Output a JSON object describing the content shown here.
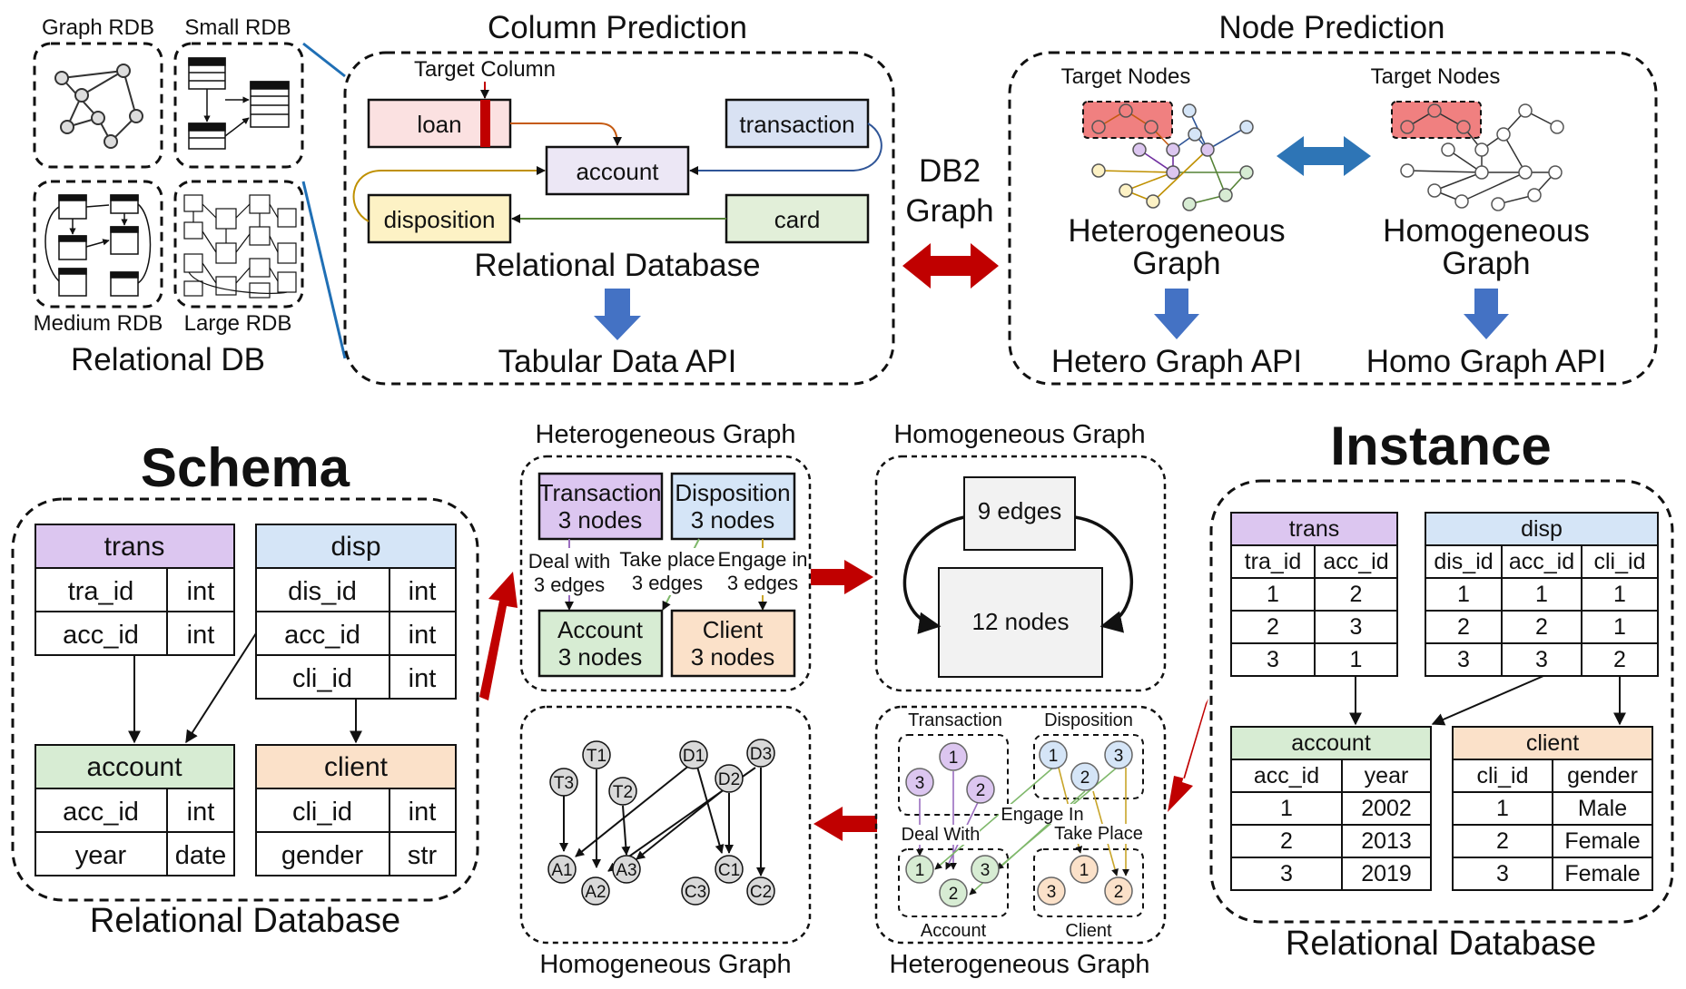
{
  "top": {
    "rdb_labels": [
      "Graph RDB",
      "Small RDB",
      "Medium RDB",
      "Large RDB"
    ],
    "rdb_title": "Relational DB",
    "column_prediction": {
      "title": "Column Prediction",
      "target_column": "Target Column",
      "tables": [
        "loan",
        "transaction",
        "account",
        "disposition",
        "card"
      ],
      "footer": "Relational Database",
      "api": "Tabular Data API"
    },
    "db2graph": [
      "DB2",
      "Graph"
    ],
    "node_prediction": {
      "title": "Node Prediction",
      "target_nodes": "Target Nodes",
      "hetero": [
        "Heterogeneous",
        "Graph"
      ],
      "homo": [
        "Homogeneous",
        "Graph"
      ],
      "hetero_api": "Hetero Graph API",
      "homo_api": "Homo Graph API"
    }
  },
  "schema": {
    "title": "Schema",
    "footer": "Relational Database",
    "tables": [
      {
        "name": "trans",
        "color": "#dcc6f0",
        "rows": [
          [
            "tra_id",
            "int"
          ],
          [
            "acc_id",
            "int"
          ]
        ]
      },
      {
        "name": "disp",
        "color": "#d5e5f7",
        "rows": [
          [
            "dis_id",
            "int"
          ],
          [
            "acc_id",
            "int"
          ],
          [
            "cli_id",
            "int"
          ]
        ]
      },
      {
        "name": "account",
        "color": "#d7ecd3",
        "rows": [
          [
            "acc_id",
            "int"
          ],
          [
            "year",
            "date"
          ]
        ]
      },
      {
        "name": "client",
        "color": "#fbe1c9",
        "rows": [
          [
            "cli_id",
            "int"
          ],
          [
            "gender",
            "str"
          ]
        ]
      }
    ]
  },
  "hetero_summary": {
    "title": "Heterogeneous Graph",
    "nodes": [
      {
        "name": "Transaction",
        "count": "3 nodes",
        "color": "#dcc6f0"
      },
      {
        "name": "Disposition",
        "count": "3 nodes",
        "color": "#d5e5f7"
      },
      {
        "name": "Account",
        "count": "3 nodes",
        "color": "#d7ecd3"
      },
      {
        "name": "Client",
        "count": "3 nodes",
        "color": "#fbe1c9"
      }
    ],
    "edges": [
      {
        "name": "Deal with",
        "count": "3 edges"
      },
      {
        "name": "Take place",
        "count": "3 edges"
      },
      {
        "name": "Engage in",
        "count": "3 edges"
      }
    ]
  },
  "homo_summary": {
    "title": "Homogeneous Graph",
    "edges": "9 edges",
    "nodes": "12 nodes"
  },
  "homo_graph": {
    "title": "Homogeneous Graph",
    "nodes": [
      "T1",
      "T2",
      "T3",
      "D1",
      "D2",
      "D3",
      "A1",
      "A2",
      "A3",
      "C1",
      "C2",
      "C3"
    ]
  },
  "hetero_graph": {
    "title": "Heterogeneous Graph",
    "groups": [
      "Transaction",
      "Disposition",
      "Account",
      "Client"
    ],
    "edge_labels": [
      "Engage In",
      "Deal With",
      "Take Place"
    ],
    "colors": {
      "transaction": "#dcc6f0",
      "disposition": "#d5e5f7",
      "account": "#d7ecd3",
      "client": "#fbe1c9"
    }
  },
  "instance": {
    "title": "Instance",
    "footer": "Relational Database",
    "trans": {
      "name": "trans",
      "headers": [
        "tra_id",
        "acc_id"
      ],
      "rows": [
        [
          "1",
          "2"
        ],
        [
          "2",
          "3"
        ],
        [
          "3",
          "1"
        ]
      ]
    },
    "disp": {
      "name": "disp",
      "headers": [
        "dis_id",
        "acc_id",
        "cli_id"
      ],
      "rows": [
        [
          "1",
          "1",
          "1"
        ],
        [
          "2",
          "2",
          "1"
        ],
        [
          "3",
          "3",
          "2"
        ]
      ]
    },
    "account": {
      "name": "account",
      "headers": [
        "acc_id",
        "year"
      ],
      "rows": [
        [
          "1",
          "2002"
        ],
        [
          "2",
          "2013"
        ],
        [
          "3",
          "2019"
        ]
      ]
    },
    "client": {
      "name": "client",
      "headers": [
        "cli_id",
        "gender"
      ],
      "rows": [
        [
          "1",
          "Male"
        ],
        [
          "2",
          "Female"
        ],
        [
          "3",
          "Female"
        ]
      ]
    }
  }
}
